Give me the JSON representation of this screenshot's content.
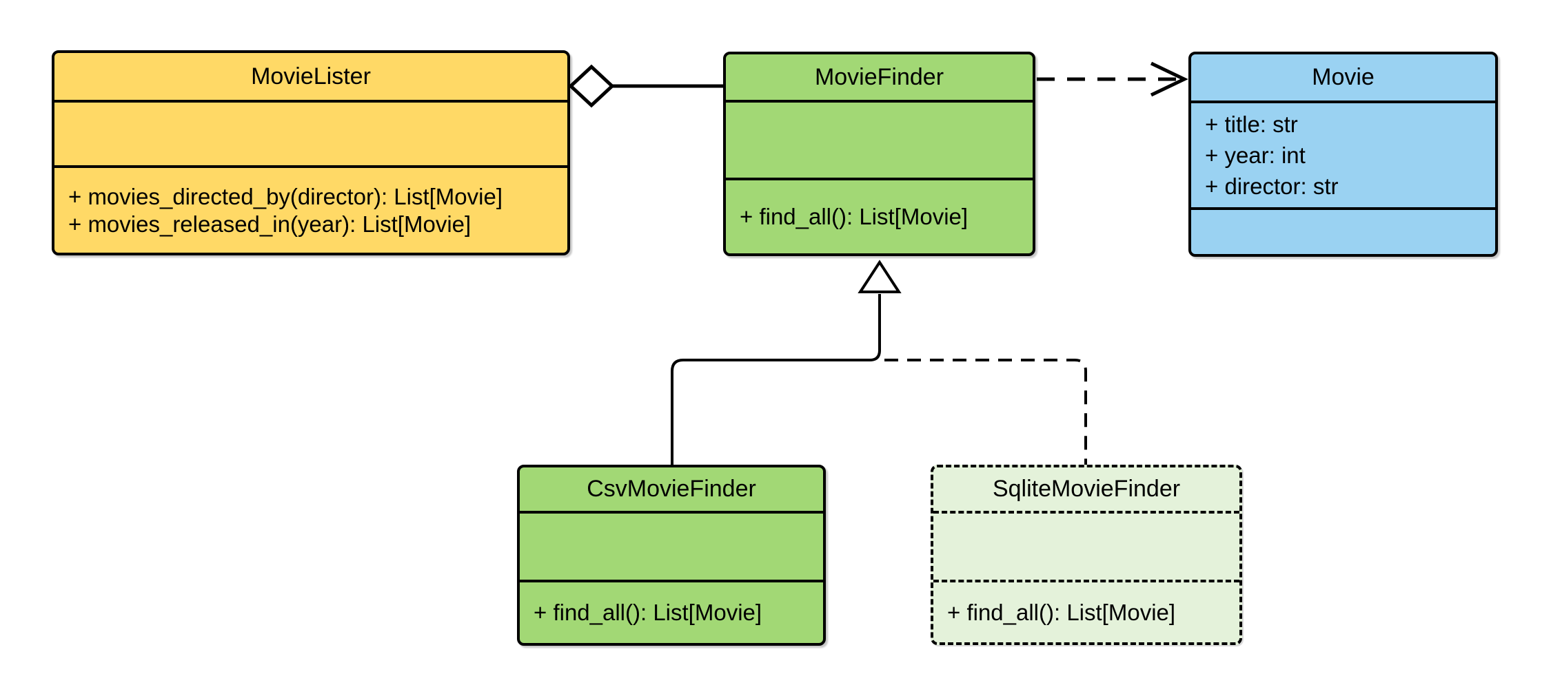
{
  "diagram": {
    "kind": "uml-class-diagram",
    "classes": [
      {
        "name": "MovieLister",
        "attributes": [],
        "methods": [
          "+ movies_directed_by(director): List[Movie]",
          "+ movies_released_in(year): List[Movie]"
        ],
        "fill": "#FFD966",
        "border_style": "solid"
      },
      {
        "name": "MovieFinder",
        "attributes": [],
        "methods": [
          "+ find_all(): List[Movie]"
        ],
        "fill": "#A2D875",
        "border_style": "solid"
      },
      {
        "name": "Movie",
        "attributes": [
          "+ title: str",
          "+ year: int",
          "+ director: str"
        ],
        "methods": [],
        "fill": "#9AD2F2",
        "border_style": "solid"
      },
      {
        "name": "CsvMovieFinder",
        "attributes": [],
        "methods": [
          "+ find_all(): List[Movie]"
        ],
        "fill": "#A2D875",
        "border_style": "solid"
      },
      {
        "name": "SqliteMovieFinder",
        "attributes": [],
        "methods": [
          "+ find_all(): List[Movie]"
        ],
        "fill": "#E4F2DA",
        "border_style": "dashed"
      }
    ],
    "relationships": [
      {
        "type": "aggregation",
        "from": "MovieLister",
        "to": "MovieFinder",
        "line": "solid",
        "marker": "hollow-diamond"
      },
      {
        "type": "dependency",
        "from": "MovieFinder",
        "to": "Movie",
        "line": "dashed",
        "marker": "open-arrow"
      },
      {
        "type": "generalization",
        "from": "CsvMovieFinder",
        "to": "MovieFinder",
        "line": "solid",
        "marker": "hollow-triangle"
      },
      {
        "type": "generalization",
        "from": "SqliteMovieFinder",
        "to": "MovieFinder",
        "line": "dashed",
        "marker": "hollow-triangle"
      }
    ],
    "colors": {
      "yellow_fill": "#FFD966",
      "green_fill": "#A2D875",
      "pale_green_fill": "#E4F2DA",
      "blue_fill": "#9AD2F2",
      "stroke": "#000000",
      "background": "#FFFFFF"
    }
  }
}
